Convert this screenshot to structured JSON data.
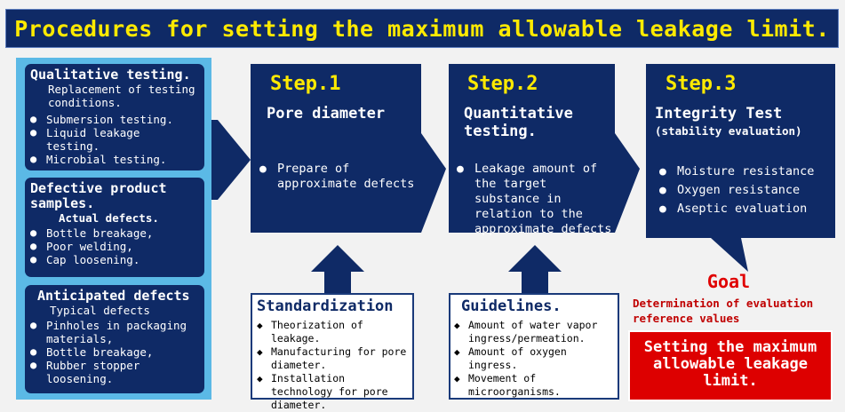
{
  "title": "Procedures for setting the maximum allowable leakage limit.",
  "left_panel": {
    "qualitative": {
      "heading": "Qualitative testing.",
      "sub": "Replacement of testing conditions.",
      "items": [
        "Submersion testing.",
        "Liquid leakage testing.",
        "Microbial testing."
      ]
    },
    "defective": {
      "heading": "Defective product samples.",
      "sub": "Actual defects.",
      "items": [
        "Bottle breakage,",
        "Poor welding,",
        "Cap loosening."
      ]
    },
    "anticipated": {
      "heading": "Anticipated defects",
      "sub": "Typical defects",
      "items": [
        "Pinholes in packaging materials,",
        "Bottle breakage,",
        "Rubber stopper loosening."
      ]
    }
  },
  "steps": [
    {
      "label": "Step.1",
      "title": "Pore diameter",
      "subtitle": "",
      "items": [
        "Prepare of approximate defects"
      ]
    },
    {
      "label": "Step.2",
      "title": "Quantitative testing.",
      "subtitle": "",
      "items": [
        "Leakage amount of the target substance in relation to the approximate defects"
      ]
    },
    {
      "label": "Step.3",
      "title": "Integrity Test",
      "subtitle": "(stability evaluation)",
      "items": [
        "Moisture resistance",
        "Oxygen resistance",
        "Aseptic evaluation"
      ]
    }
  ],
  "standardization": {
    "title": "Standardization",
    "items": [
      "Theorization of leakage.",
      "Manufacturing for pore diameter.",
      "Installation technology for pore diameter."
    ]
  },
  "guidelines": {
    "title": "Guidelines.",
    "items": [
      "Amount of water vapor ingress/permeation.",
      "Amount of oxygen ingress.",
      "Movement of microorganisms."
    ]
  },
  "goal": {
    "label": "Goal",
    "description": "Determination of evaluation reference values",
    "final": "Setting the maximum allowable leakage limit."
  },
  "colors": {
    "navy": "#0f2a66",
    "light_blue": "#5bb9e6",
    "yellow": "#ffea00",
    "red": "#dd0000"
  }
}
